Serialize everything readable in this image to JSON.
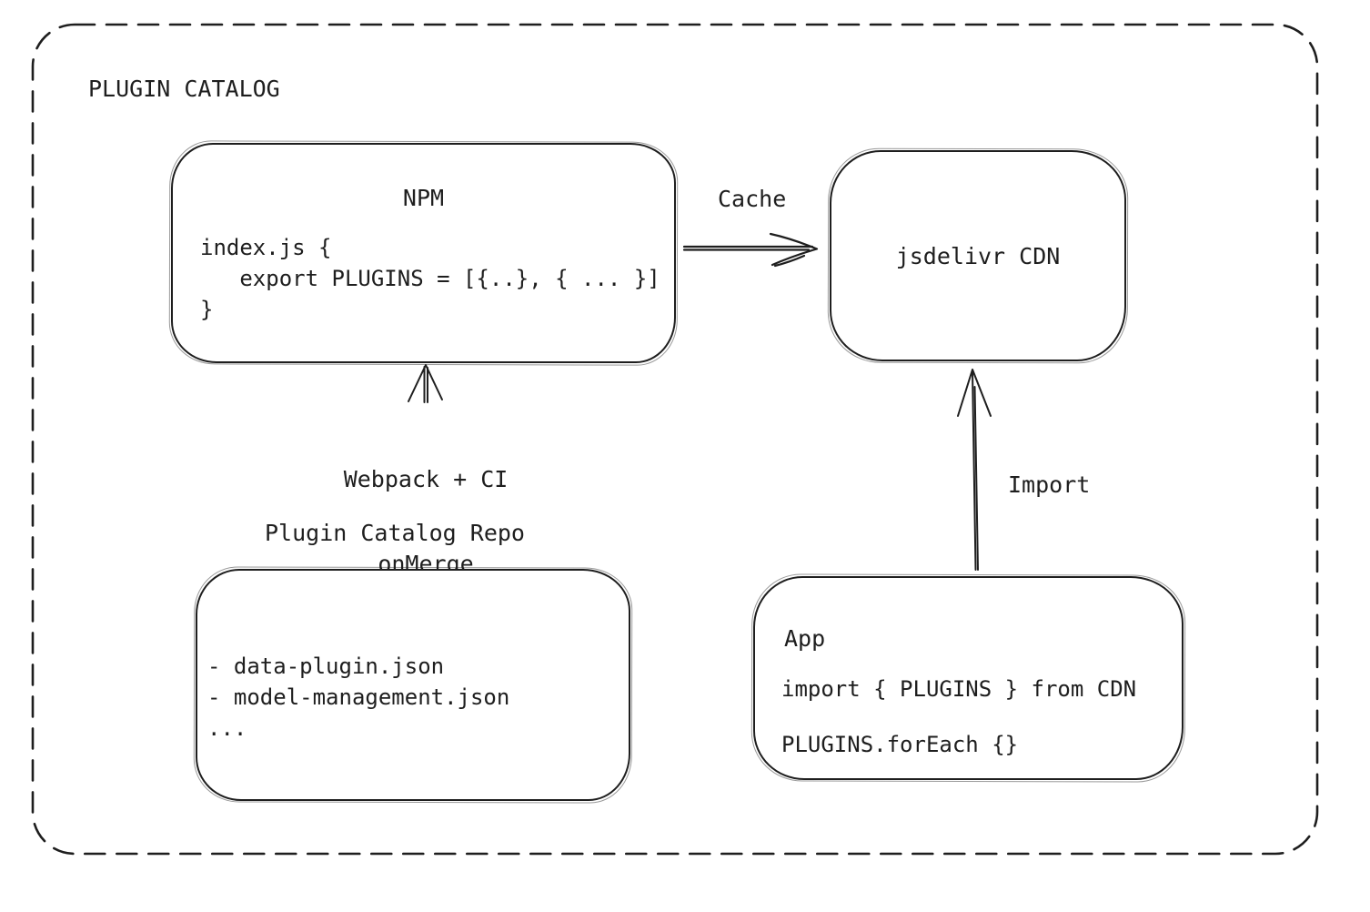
{
  "canvas": {
    "title": "PLUGIN CATALOG"
  },
  "nodes": {
    "npm": {
      "title": "NPM",
      "code": [
        "index.js {",
        "   export PLUGINS = [{..}, { ... }]",
        "}"
      ]
    },
    "cdn": {
      "title": "jsdelivr CDN"
    },
    "repo": {
      "caption": "Plugin Catalog Repo",
      "items": [
        "- data-plugin.json",
        "- model-management.json",
        "..."
      ]
    },
    "app": {
      "title": "App",
      "code": [
        "import { PLUGINS } from CDN",
        "PLUGINS.forEach {}"
      ]
    }
  },
  "edges": {
    "cache": {
      "label": "Cache"
    },
    "build": {
      "label_line1": "Webpack + CI",
      "label_line2": "onMerge"
    },
    "import": {
      "label": "Import"
    }
  },
  "colors": {
    "stroke": "#1e1e1e",
    "background": "#ffffff"
  }
}
